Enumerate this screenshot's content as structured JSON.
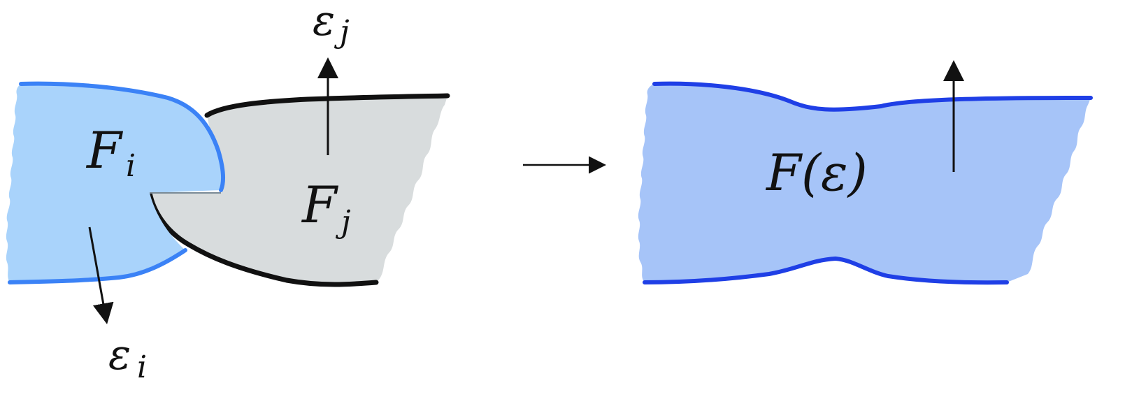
{
  "labels": {
    "face_i": {
      "main": "F",
      "sub": "i"
    },
    "face_j": {
      "main": "F",
      "sub": "j"
    },
    "edge_i": {
      "main": "ε",
      "sub": "i"
    },
    "edge_j": {
      "main": "ε",
      "sub": "j"
    },
    "merged": "F(ε)"
  },
  "colors": {
    "face_i_fill": "#a9d3fb",
    "face_i_edge": "#3b82f6",
    "face_j_fill": "#d8dcdd",
    "face_j_edge": "#111111",
    "merged_fill": "#a6c4f8",
    "merged_edge": "#1f3fe6",
    "arrow": "#111111"
  }
}
